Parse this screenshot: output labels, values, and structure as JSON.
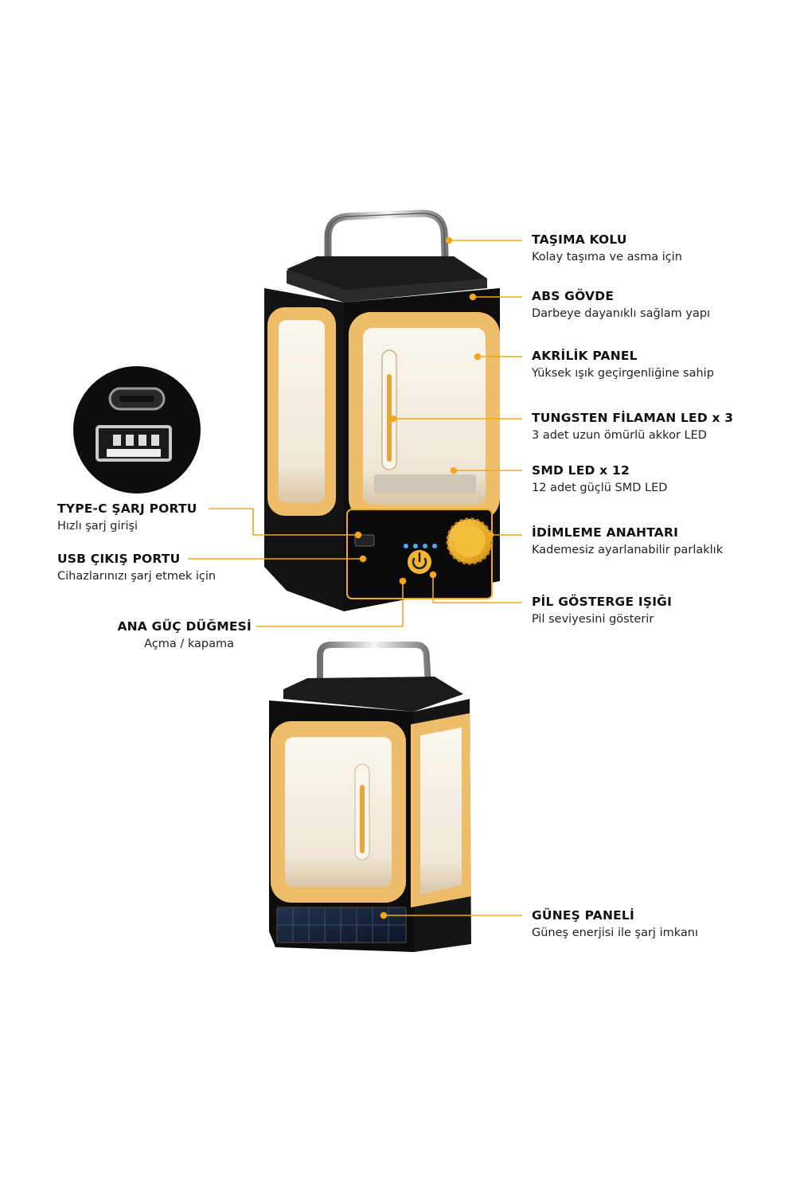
{
  "colors": {
    "accent": "#f2a81d",
    "frame": "#eebd6a",
    "body": "#101010",
    "leader": "#f2a81d"
  },
  "labels": {
    "handle": {
      "title": "TAŞIMA KOLU",
      "desc": "Kolay taşıma ve asma için"
    },
    "body": {
      "title": "ABS GÖVDE",
      "desc": "Darbeye dayanıklı sağlam yapı"
    },
    "panel": {
      "title": "AKRİLİK PANEL",
      "desc": "Yüksek ışık geçirgenliğine sahip"
    },
    "tungsten": {
      "title": "TUNGSTEN FİLAMAN LED x 3",
      "desc": "3 adet uzun ömürlü akkor LED"
    },
    "smd": {
      "title": "SMD LED x 12",
      "desc": "12 adet güçlü SMD LED"
    },
    "dimmer": {
      "title": "İDİMLEME ANAHTARI",
      "desc": "Kademesiz ayarlanabilir parlaklık"
    },
    "battery": {
      "title": "PİL GÖSTERGE IŞIĞI",
      "desc": "Pil seviyesini gösterir"
    },
    "typec": {
      "title": "TYPE-C ŞARJ PORTU",
      "desc": "Hızlı şarj girişi"
    },
    "usb": {
      "title": "USB ÇIKIŞ PORTU",
      "desc": "Cihazlarınızı şarj etmek için"
    },
    "power": {
      "title": "ANA GÜÇ DÜĞMESİ",
      "desc": "Açma / kapama"
    },
    "solar": {
      "title": "GÜNEŞ PANELİ",
      "desc": "Güneş enerjisi ile şarj imkanı"
    }
  },
  "icons": [
    "power-icon",
    "usb-port-icon",
    "type-c-port-icon",
    "battery-indicator-icon"
  ]
}
